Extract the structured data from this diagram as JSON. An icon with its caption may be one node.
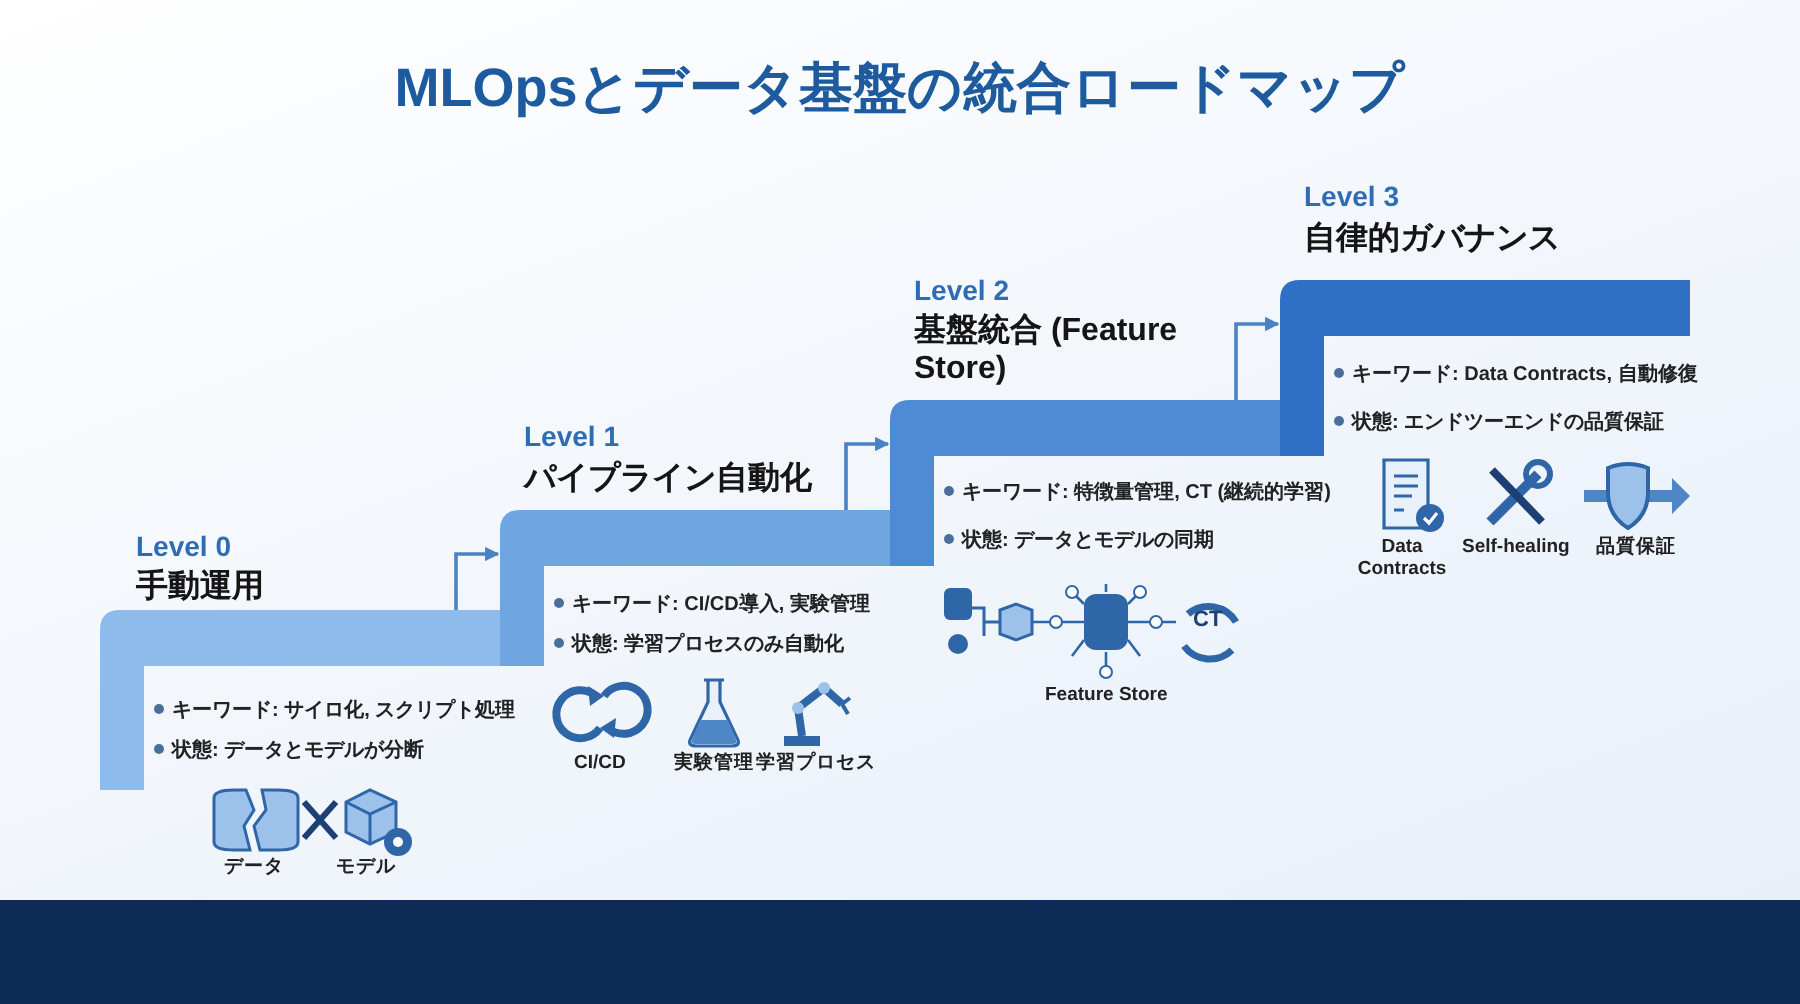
{
  "diagram": {
    "title": "MLOpsとデータ基盤の統合ロードマップ",
    "nodes": [
      {
        "text": [
          "Level 0",
          "手動運用"
        ],
        "beside": [
          "キーワード: サイロ化, スクリプト処理",
          "状態: データとモデルが分断"
        ]
      },
      {
        "text": [
          "Level 1",
          "パイプライン自動化"
        ],
        "beside": [
          "キーワード: CI/CD導入, 実験管理",
          "状態: 学習プロセスのみ自動化"
        ]
      },
      {
        "text": [
          "Level 2",
          "基盤統合 (Feature Store)"
        ],
        "beside": [
          "キーワード: 特徴量管理, CT (継続的学習)",
          "状態: データとモデルの同期"
        ]
      },
      {
        "text": [
          "Level 3",
          "自律的ガバナンス"
        ],
        "beside": [
          "キーワード: Data Contracts, 自動修復",
          "状態: エンドツーエンドの品質保証"
        ]
      }
    ],
    "edges": [
      {
        "from": 0,
        "to": 1,
        "arrow": "to"
      },
      {
        "from": 1,
        "to": 2,
        "arrow": "to"
      },
      {
        "from": 2,
        "to": 3,
        "arrow": "to"
      }
    ],
    "labels": [
      "データ",
      "モデル",
      "CI/CD",
      "実験管理",
      "学習プロセス",
      "CT",
      "Feature Store",
      "Data Contracts",
      "Self-healing",
      "品質保証"
    ]
  }
}
